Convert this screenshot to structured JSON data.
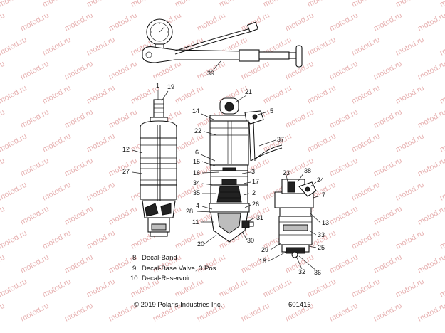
{
  "watermark": {
    "text": "motod.ru",
    "color": "#e7b2b2"
  },
  "callouts": [
    "1",
    "19",
    "21",
    "14",
    "5",
    "22",
    "37",
    "12",
    "6",
    "15",
    "27",
    "16",
    "3",
    "34",
    "17",
    "23",
    "38",
    "24",
    "35",
    "2",
    "7",
    "26",
    "4",
    "28",
    "31",
    "11",
    "13",
    "33",
    "20",
    "30",
    "29",
    "25",
    "18",
    "32",
    "36",
    "39"
  ],
  "legend": [
    {
      "num": "8",
      "desc": "Decal-Band"
    },
    {
      "num": "9",
      "desc": "Decal-Base Valve, 3 Pos."
    },
    {
      "num": "10",
      "desc": "Decal-Reservoir"
    }
  ],
  "footer": {
    "copyright": "© 2019 Polaris Industries Inc.",
    "drawing_number": "601416"
  }
}
